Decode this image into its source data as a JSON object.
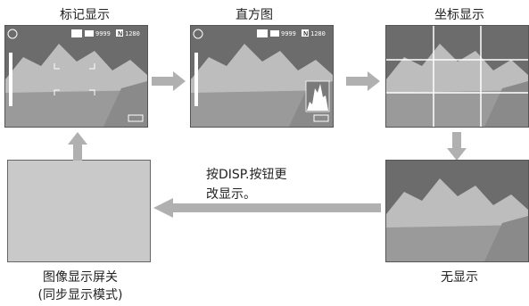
{
  "labels": {
    "mark_display": "标记显示",
    "histogram": "直方图",
    "grid_display": "坐标显示",
    "no_display": "无显示",
    "screen_off_line1": "图像显示屏关",
    "screen_off_line2": "(同步显示模式)"
  },
  "note": {
    "line1": "按DISP.按钮更",
    "line2": "改显示。"
  },
  "overlay": {
    "count": "9999",
    "resolution": "1280",
    "res_badge": "N"
  },
  "colors": {
    "arrow": "#b0b0b0",
    "sky": "#6c6c6c",
    "mountain": "#bdbdbd",
    "water": "#9a9a9a"
  }
}
